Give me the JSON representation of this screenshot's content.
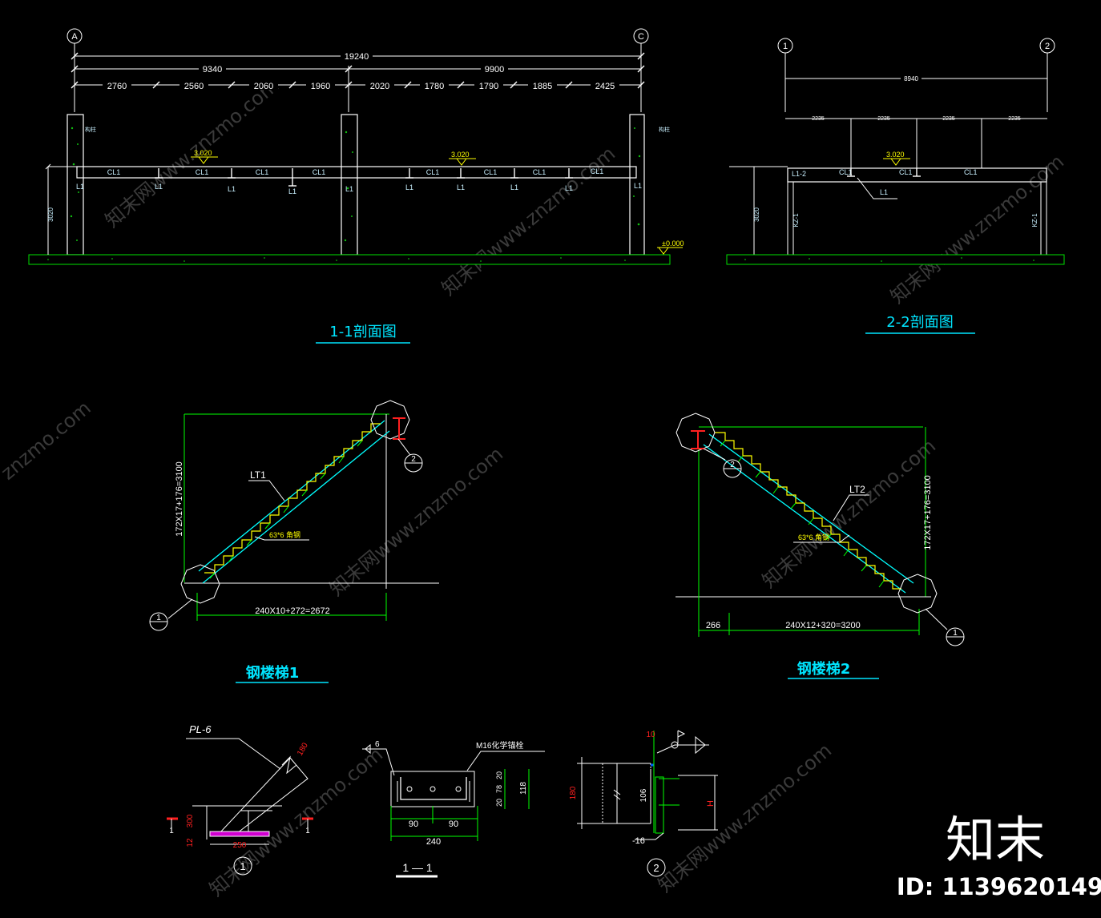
{
  "section11": {
    "title": "1-1剖面图",
    "axis_left": "A",
    "axis_right": "C",
    "dim_total": "19240",
    "dim_left": "9340",
    "dim_right": "9900",
    "dims_detail": [
      "2760",
      "2560",
      "2060",
      "1960",
      "2020",
      "1780",
      "1790",
      "1885",
      "2425"
    ],
    "elev_beam_left": "3.020",
    "elev_beam_right": "3.020",
    "elev_ground": "±0.000",
    "height": "3020",
    "beam_label": "CL1",
    "joist_label": "L1",
    "col_note": "构柱"
  },
  "section22": {
    "title": "2-2剖面图",
    "axis_left": "1",
    "axis_right": "2",
    "dim_total": "8940",
    "dims_detail": [
      "2235",
      "2235",
      "2235",
      "2235"
    ],
    "elev_beam": "3.020",
    "height": "3020",
    "beam_a": "L1-2",
    "beam_label": "CL1",
    "joist_label": "L1",
    "col_label": "KZ-1"
  },
  "stair1": {
    "title": "钢楼梯1",
    "label": "LT1",
    "angle": "63*6 角钢",
    "dim_h": "172X17+176=3100",
    "dim_w": "240X10+272=2672",
    "tag_top": "2",
    "tag_bottom": "1"
  },
  "stair2": {
    "title": "钢楼梯2",
    "label": "LT2",
    "angle": "63*6 角钢",
    "dim_h": "172X17+176=3100",
    "dim_w": "240X12+320=3200",
    "dim_offset": "266",
    "tag_top": "2",
    "tag_bottom": "1"
  },
  "detail1": {
    "plate": "PL-6",
    "dim_180": "180",
    "dim_300": "300",
    "dim_12": "12",
    "dim_250": "250",
    "cut": "1",
    "num": "1"
  },
  "detail_11": {
    "title": "1 — 1",
    "bolt": "M16化学锚栓",
    "weld": "6",
    "d90a": "90",
    "d90b": "90",
    "d240": "240",
    "v20a": "20",
    "v78": "78",
    "v20b": "20",
    "v118": "118"
  },
  "detail2": {
    "num": "2",
    "d10": "10",
    "d180": "180",
    "d106": "106",
    "dH": "H",
    "plate": "-16"
  },
  "brand": {
    "logo": "知末",
    "id": "ID: 1139620149",
    "watermarks": [
      "知末网www.znzmo.com",
      "znzmo.com"
    ]
  },
  "colors": {
    "green": "#00ff00",
    "cyan": "#00ffff",
    "white": "#ffffff",
    "yellow": "#ffff00",
    "red": "#ff2020",
    "magenta": "#d000d0",
    "text_cad": "#c8f0ff"
  }
}
